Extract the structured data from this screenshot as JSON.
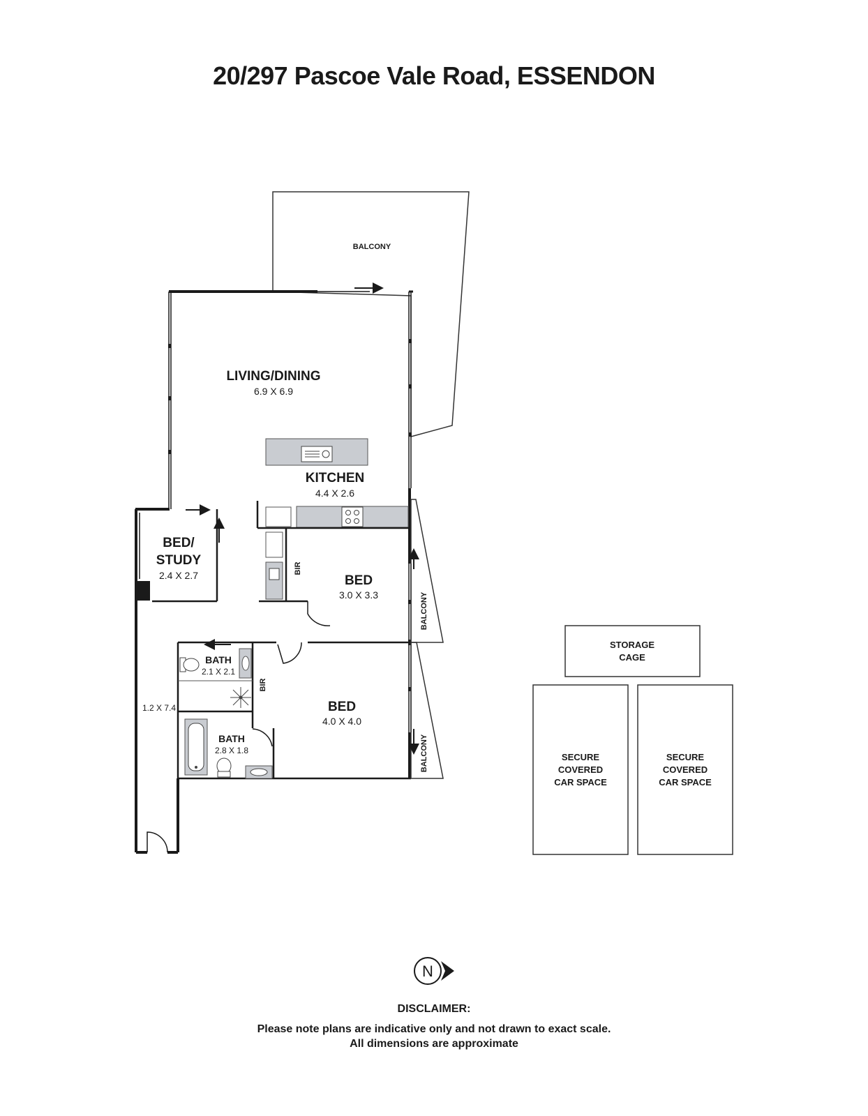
{
  "title": "20/297 Pascoe Vale Road, ESSENDON",
  "rooms": {
    "balcony_top": {
      "name": "BALCONY"
    },
    "living": {
      "name": "LIVING/DINING",
      "dims": "6.9 X 6.9"
    },
    "kitchen": {
      "name": "KITCHEN",
      "dims": "4.4 X 2.6"
    },
    "bed_study": {
      "name_line1": "BED/",
      "name_line2": "STUDY",
      "dims": "2.4 X 2.7"
    },
    "bed1": {
      "name": "BED",
      "dims": "3.0 X 3.3"
    },
    "bed2": {
      "name": "BED",
      "dims": "4.0 X 4.0"
    },
    "bath1": {
      "name": "BATH",
      "dims": "2.1 X 2.1"
    },
    "bath2": {
      "name": "BATH",
      "dims": "2.8 X 1.8"
    },
    "bir1": "BIR",
    "bir2": "BIR",
    "balcony_bed1": "BALCONY",
    "balcony_bed2": "BALCONY",
    "hallway_dims": "1.2 X 7.4"
  },
  "outbuildings": {
    "storage": {
      "line1": "STORAGE",
      "line2": "CAGE"
    },
    "car1": {
      "line1": "SECURE",
      "line2": "COVERED",
      "line3": "CAR SPACE"
    },
    "car2": {
      "line1": "SECURE",
      "line2": "COVERED",
      "line3": "CAR SPACE"
    }
  },
  "compass": {
    "letter": "N"
  },
  "disclaimer": {
    "heading": "DISCLAIMER:",
    "line1": "Please note plans are indicative only and not drawn to exact scale.",
    "line2": "All dimensions are approximate"
  },
  "colors": {
    "wall": "#1a1a1a",
    "fixture_fill": "#c9ccd1",
    "background": "#ffffff"
  }
}
